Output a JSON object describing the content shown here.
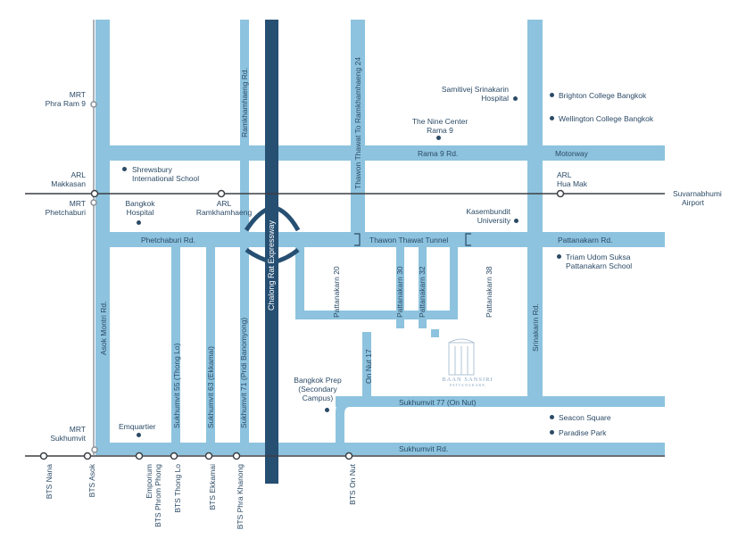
{
  "map": {
    "colors": {
      "road": "#8dc3de",
      "expressway": "#264f72",
      "rail": "#3c3f44",
      "text": "#2b4a66",
      "background": "#ffffff"
    },
    "roads": {
      "motorway": "Motorway",
      "rama9": "Rama 9 Rd.",
      "phetchaburi": "Phetchaburi Rd.",
      "thawon_tunnel": "Thawon Thawat Tunnel",
      "pattanakarn": "Pattanakarn Rd.",
      "sukhumvit77": "Sukhumvit 77 (On Nut)",
      "sukhumvit": "Sukhumvit Rd.",
      "asok_montri": "Asok Montri Rd.",
      "ramkhamhaeng": "Ramkhamhaeng Rd.",
      "thawon_ramkhamhaeng24": "Thawon Thawat To Ramkhamhaeng 24",
      "srinakarin": "Srinakarin Rd.",
      "chalong_rat": "Chalong Rat Expressway",
      "soi55": "Sukhumvit 55 (Thong Lo)",
      "soi63": "Sukhumvit 63 (Ekkamai)",
      "soi71": "Sukhumvit 71 (Pridi Banomyong)",
      "pattanakarn20": "Pattanakarn 20",
      "pattanakarn30": "Pattanakarn 30",
      "pattanakarn32": "Pattanakarn 32",
      "pattanakarn38": "Pattanakarn 38",
      "onnut17": "On Nut 17"
    },
    "stations": {
      "mrt_phra_ram9": [
        "MRT",
        "Phra Ram 9"
      ],
      "arl_makkasan": [
        "ARL",
        "Makkasan"
      ],
      "mrt_phetchaburi": [
        "MRT",
        "Phetchaburi"
      ],
      "arl_ramkhamhaeng": [
        "ARL",
        "Ramkhamhaeng"
      ],
      "arl_hua_mak": [
        "ARL",
        "Hua Mak"
      ],
      "suvarnabhumi": [
        "Suvarnabhumi",
        "Airport"
      ],
      "mrt_sukhumvit": [
        "MRT",
        "Sukhumvit"
      ],
      "bts_nana": "BTS Nana",
      "bts_asok": "BTS Asok",
      "bts_phrom_phong": [
        "Emporium",
        "BTS Phrom Phong"
      ],
      "bts_thong_lo": "BTS Thong Lo",
      "bts_ekkamai": "BTS Ekkamai",
      "bts_phra_khanong": "BTS Phra Khanong",
      "bts_on_nut": "BTS On Nut"
    },
    "places": {
      "shrewsbury": [
        "Shrewsbury",
        "International School"
      ],
      "bangkok_hospital": [
        "Bangkok",
        "Hospital"
      ],
      "samitivej": [
        "Samitivej Srinakarin",
        "Hospital"
      ],
      "nine_center": [
        "The Nine Center",
        "Rama 9"
      ],
      "brighton": "Brighton College Bangkok",
      "wellington": "Wellington College Bangkok",
      "kasem": [
        "Kasembundit",
        "University"
      ],
      "triam": [
        "Triam Udom Suksa",
        "Pattanakarn School"
      ],
      "bkk_prep": [
        "Bangkok Prep",
        "(Secondary",
        "Campus)"
      ],
      "emquartier": "Emquartier",
      "seacon": "Seacon Square",
      "paradise": "Paradise Park"
    },
    "logo": {
      "name": "BAAN SANSIRI",
      "sub": "PATTANAKARN"
    }
  }
}
